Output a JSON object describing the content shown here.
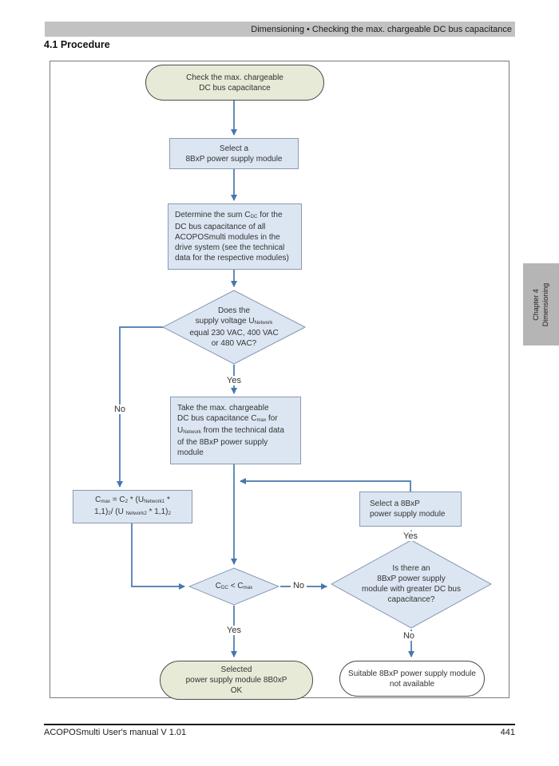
{
  "page": {
    "header_bar": "Dimensioning  • Checking the max. chargeable DC bus capacitance",
    "section_title": "4.1 Procedure",
    "chapter_tab": [
      "Chapter 4",
      "Dimensioning"
    ],
    "footer_left": "ACOPOSmulti User's manual V 1.01",
    "footer_page": "441"
  },
  "colors": {
    "accent_line": "#4677ae",
    "node_fill": "#dce6f2",
    "node_border": "#8a99b3",
    "terminal_fill": "#e7ead6",
    "header_bar_bg": "#c2c2c2",
    "tab_bg": "#b5b5b5"
  },
  "flow": {
    "labels": {
      "voltage_yes": "Yes",
      "voltage_no": "No",
      "cdc_yes": "Yes",
      "cdc_no": "No",
      "greater_yes": "Yes",
      "greater_no": "No"
    },
    "start": {
      "lines": [
        [
          {
            "t": "Check the max. chargeable"
          }
        ],
        [
          {
            "t": "DC bus capacitance"
          }
        ]
      ]
    },
    "step_select": {
      "lines": [
        [
          {
            "t": "Select a"
          }
        ],
        [
          {
            "t": "8BxP power supply module"
          }
        ]
      ]
    },
    "step_determine": {
      "lines": [
        [
          {
            "t": "Determine the sum C"
          },
          {
            "t": "DC",
            "sub": true
          },
          {
            "t": " for the"
          }
        ],
        [
          {
            "t": "DC bus capacitance of all"
          }
        ],
        [
          {
            "t": "ACOPOSmulti modules in the"
          }
        ],
        [
          {
            "t": "drive system (see the technical"
          }
        ],
        [
          {
            "t": "data for the respective modules)"
          }
        ]
      ]
    },
    "decision_voltage": {
      "lines": [
        [
          {
            "t": "Does the"
          }
        ],
        [
          {
            "t": "supply voltage U"
          },
          {
            "t": "Network",
            "sub": true
          }
        ],
        [
          {
            "t": "equal 230 VAC, 400 VAC"
          }
        ],
        [
          {
            "t": "or 480 VAC?"
          }
        ]
      ]
    },
    "step_take": {
      "lines": [
        [
          {
            "t": "Take the max. chargeable"
          }
        ],
        [
          {
            "t": "DC bus capacitance C"
          },
          {
            "t": "max",
            "sub": true
          },
          {
            "t": " for"
          }
        ],
        [
          {
            "t": "U"
          },
          {
            "t": "Network",
            "sub": true
          },
          {
            "t": " from the technical data"
          }
        ],
        [
          {
            "t": "of the 8BxP power supply"
          }
        ],
        [
          {
            "t": "module"
          }
        ]
      ]
    },
    "step_formula": {
      "lines": [
        [
          {
            "t": "C"
          },
          {
            "t": "max",
            "sub": true
          },
          {
            "t": " = C"
          },
          {
            "t": "2",
            "sub": true
          },
          {
            "t": " * (U"
          },
          {
            "t": "Network1",
            "sub": true
          },
          {
            "t": " *"
          }
        ],
        [
          {
            "t": "1,1)"
          },
          {
            "t": "2",
            "sub": true
          },
          {
            "t": "/ (U "
          },
          {
            "t": "Network2",
            "sub": true
          },
          {
            "t": " * 1,1)"
          },
          {
            "t": "2",
            "sub": true
          }
        ]
      ]
    },
    "decision_cdc": {
      "lines": [
        [
          {
            "t": "C"
          },
          {
            "t": "DC",
            "sub": true
          },
          {
            "t": " < C"
          },
          {
            "t": "max",
            "sub": true
          }
        ]
      ]
    },
    "step_select2": {
      "lines": [
        [
          {
            "t": "Select a 8BxP"
          }
        ],
        [
          {
            "t": "power supply module"
          }
        ]
      ]
    },
    "decision_greater": {
      "lines": [
        [
          {
            "t": "Is there an"
          }
        ],
        [
          {
            "t": "8BxP power supply"
          }
        ],
        [
          {
            "t": "module with greater DC bus"
          }
        ],
        [
          {
            "t": "capacitance?"
          }
        ]
      ]
    },
    "end_ok": {
      "lines": [
        [
          {
            "t": "Selected"
          }
        ],
        [
          {
            "t": "power supply module 8B0xP"
          }
        ],
        [
          {
            "t": "OK"
          }
        ]
      ]
    },
    "end_unavailable": {
      "lines": [
        [
          {
            "t": "Suitable 8BxP power supply module"
          }
        ],
        [
          {
            "t": "not available"
          }
        ]
      ]
    }
  }
}
